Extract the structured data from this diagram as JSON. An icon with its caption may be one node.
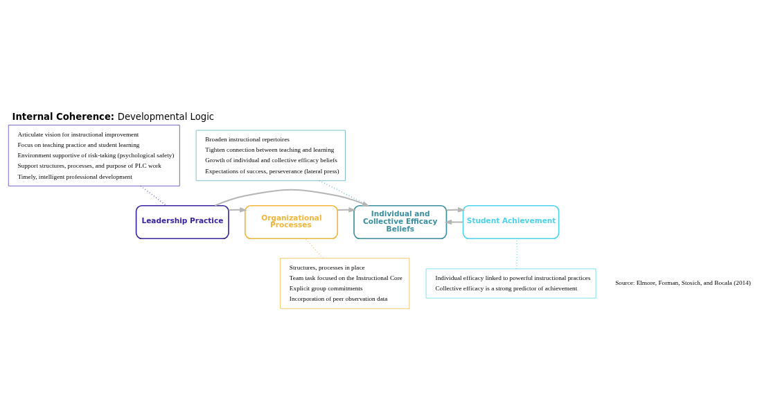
{
  "diagram": {
    "title": "**Internal Coherence:** Developmental Logic",
    "nodes": [
      {
        "text": [
          "Articulate vision for instructional improvement",
          "Focus on teaching practice and student learning",
          "Environment supportive of risk-taking (psychological safety)",
          "Support structures, processes, and purpose of PLC work",
          "Timely, intelligent professional development"
        ]
      },
      {
        "text": [
          "Broaden instructional repertoires",
          "Tighten connection between teaching and learning",
          "Growth of individual and collective efficacy beliefs",
          "Expectations of success, perseverance (lateral press)"
        ]
      },
      {
        "text": [
          "Leadership Practice"
        ]
      },
      {
        "text": [
          "Organizational Processes"
        ]
      },
      {
        "text": [
          "Individual and Collective Efficacy Beliefs"
        ]
      },
      {
        "text": [
          "Student Achievement"
        ]
      },
      {
        "text": [
          "Structures, processes in place",
          "Team task focused on the Instructional Core",
          "Explicit group commitments",
          "Incorporation of peer observation data"
        ]
      },
      {
        "text": [
          "Individual efficacy linked to powerful instructional practices",
          "Collective efficacy is a strong predictor of achievement"
        ]
      }
    ],
    "edges": [
      {
        "from": 0,
        "to": 2,
        "arrow": "none",
        "style": "dashed",
        "color": "#4a32b0"
      },
      {
        "from": 1,
        "to": 4,
        "arrow": "none",
        "style": "dashed",
        "color": "#4aa3b3"
      },
      {
        "from": 2,
        "to": 4,
        "arrow": "to"
      },
      {
        "from": 5,
        "to": 4,
        "arrow": "to"
      },
      {
        "from": 2,
        "to": 3,
        "arrow": "to"
      },
      {
        "from": 3,
        "to": 4,
        "arrow": "to"
      },
      {
        "from": 4,
        "to": 5,
        "arrow": "to"
      },
      {
        "from": 6,
        "to": 3,
        "arrow": "none",
        "style": "dashed",
        "color": "#f2b63c"
      },
      {
        "from": 7,
        "to": 5,
        "arrow": "none",
        "style": "dashed",
        "color": "#4dd2ee"
      }
    ],
    "labels": [
      "Source: Elmore, Forman, Stosich, and Bocala (2014)"
    ]
  }
}
